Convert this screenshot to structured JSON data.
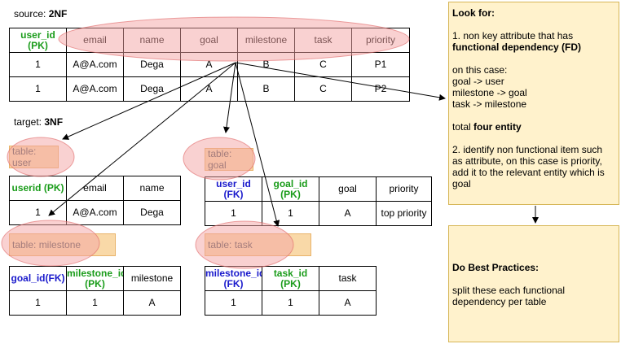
{
  "source": {
    "label_prefix": "source: ",
    "label_bold": "2NF",
    "headers": [
      "user_id",
      "email",
      "name",
      "goal",
      "milestone",
      "task",
      "priority"
    ],
    "header_sub": "(PK)",
    "rows": [
      [
        "1",
        "A@A.com",
        "Dega",
        "A",
        "B",
        "C",
        "P1"
      ],
      [
        "1",
        "A@A.com",
        "Dega",
        "A",
        "B",
        "C",
        "P2"
      ]
    ]
  },
  "target": {
    "label_prefix": "target: ",
    "label_bold": "3NF"
  },
  "user_table": {
    "name": "table: user",
    "headers": [
      "userid (PK)",
      "email",
      "name"
    ],
    "row": [
      "1",
      "A@A.com",
      "Dega"
    ]
  },
  "goal_table": {
    "name": "table: goal",
    "headers": [
      {
        "line1": "user_id",
        "line2": "(FK)"
      },
      {
        "line1": "goal_id",
        "line2": "(PK)"
      },
      {
        "line1": "goal",
        "line2": ""
      },
      {
        "line1": "priority",
        "line2": ""
      }
    ],
    "row": [
      "1",
      "1",
      "A",
      "top priority"
    ]
  },
  "milestone_table": {
    "name": "table: milestone",
    "headers": [
      {
        "line1": "goal_id(FK)",
        "line2": ""
      },
      {
        "line1": "milestone_id",
        "line2": "(PK)"
      },
      {
        "line1": "milestone",
        "line2": ""
      }
    ],
    "row": [
      "1",
      "1",
      "A"
    ]
  },
  "task_table": {
    "name": "table: task",
    "headers": [
      {
        "line1": "milestone_id",
        "line2": "(FK)"
      },
      {
        "line1": "task_id",
        "line2": "(PK)"
      },
      {
        "line1": "task",
        "line2": ""
      }
    ],
    "row": [
      "1",
      "1",
      "A"
    ]
  },
  "note_look_for": {
    "title": "Look for:",
    "item1_prefix": "1. non key attribute that has ",
    "item1_bold": "functional dependency (FD)",
    "case_intro": "on this case:",
    "fd1": "goal -> user",
    "fd2": "milestone -> goal",
    "fd3": "task -> milestone",
    "total_prefix": "total ",
    "total_bold": "four entity",
    "item2": "2. identify non functional item such as attribute, on this case is priority, add it to the relevant entity which is goal"
  },
  "note_best_practices": {
    "title": "Do Best Practices:",
    "body": "split these each functional dependency per table"
  },
  "colors": {
    "highlight_fill": "#f4a3a3",
    "highlight_stroke": "#e06666",
    "note_fill": "#fff2cc",
    "note_stroke": "#d6b656",
    "pk_color": "#1a9c1a",
    "fk_color": "#1a1acc"
  }
}
